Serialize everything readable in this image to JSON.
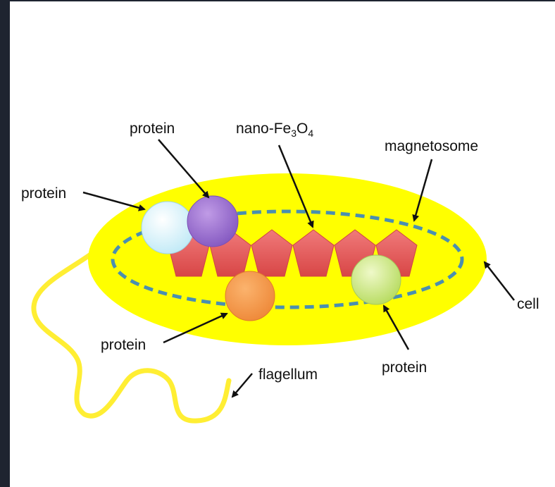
{
  "diagram": {
    "labels": {
      "protein_top": "protein",
      "protein_left": "protein",
      "nano_prefix": "nano-Fe",
      "nano_sub1": "3",
      "nano_mid": "O",
      "nano_sub2": "4",
      "magnetosome": "magnetosome",
      "cell": "cell",
      "protein_bottom_left": "protein",
      "protein_bottom_right": "protein",
      "flagellum": "flagellum"
    },
    "colors": {
      "cell_fill": "#ffff00",
      "flagellum": "#ffee33",
      "magnetosome_dash": "#4a8fb0",
      "pentagon": "#e85a5a",
      "protein_light_blue": "#d9f4fb",
      "protein_purple": "#9b6fcf",
      "protein_orange": "#f0944a",
      "protein_light_green": "#c6e37a"
    }
  }
}
